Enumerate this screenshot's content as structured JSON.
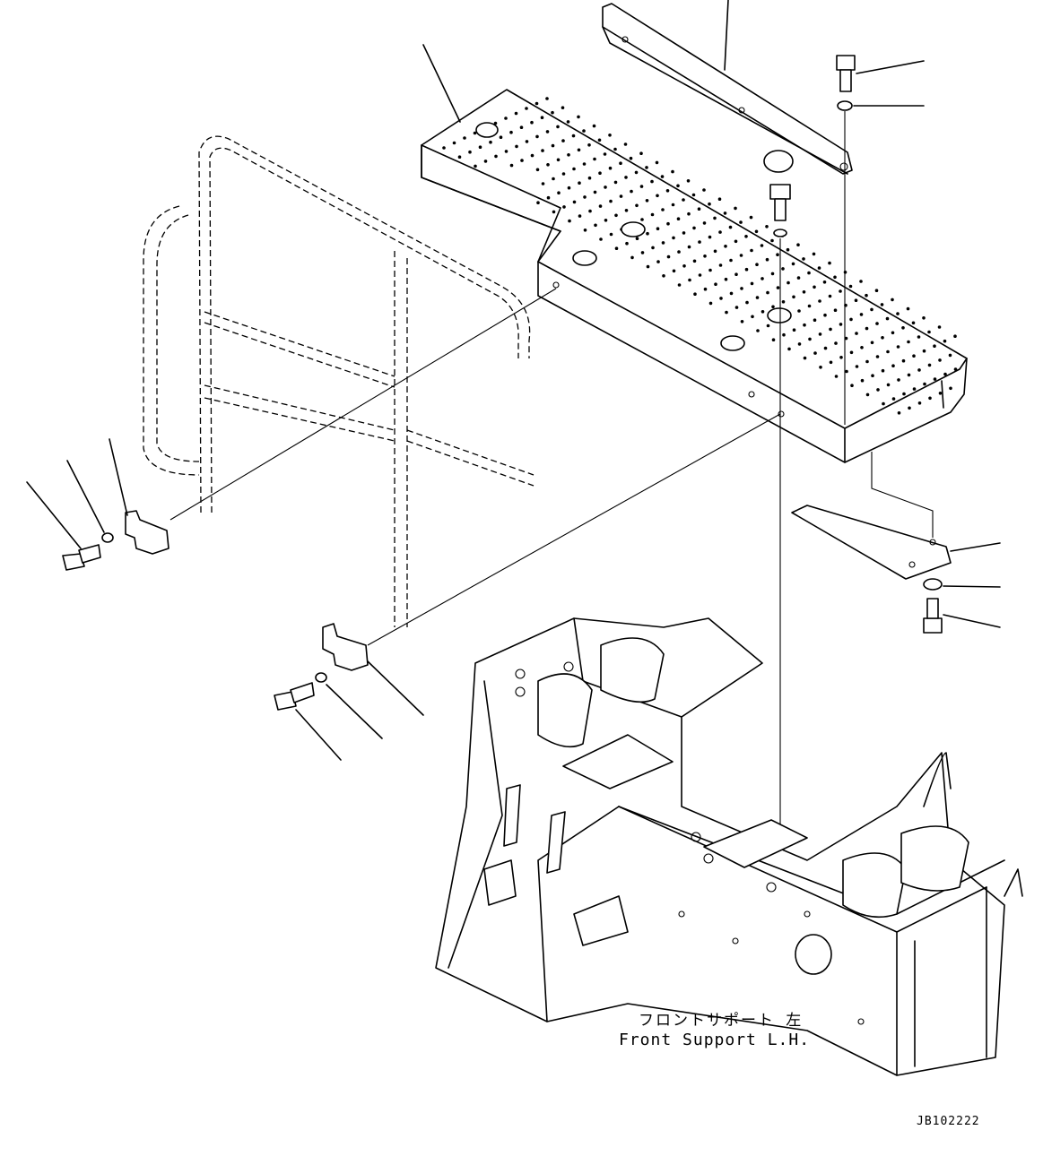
{
  "labels": {
    "component_jp": "フロントサポート 左",
    "component_en": "Front Support L.H.",
    "drawing_number": "JB102222"
  },
  "parts": [
    {
      "name": "step-plate",
      "icon": "perforated-step-icon"
    },
    {
      "name": "cover-bracket",
      "icon": "bracket-plate-icon"
    },
    {
      "name": "handrail",
      "icon": "handrail-icon"
    },
    {
      "name": "clamp",
      "icon": "clamp-icon"
    },
    {
      "name": "bolt",
      "icon": "bolt-icon"
    },
    {
      "name": "washer",
      "icon": "washer-icon"
    },
    {
      "name": "plug",
      "icon": "plug-icon"
    },
    {
      "name": "front-support-frame",
      "icon": "frame-icon"
    }
  ]
}
